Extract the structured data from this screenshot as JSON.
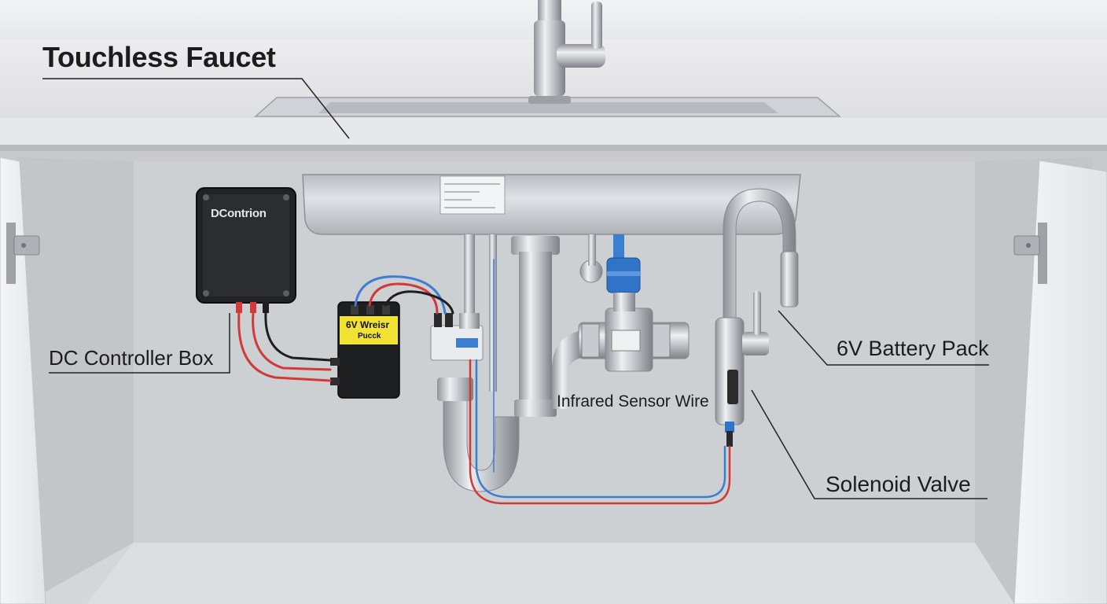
{
  "diagram": {
    "labels": {
      "touchless_faucet": "Touchless Faucet",
      "dc_controller_box": "DC Controller Box",
      "battery_pack": "6V Battery Pack",
      "infrared_sensor_wire": "Infrared Sensor Wire",
      "solenoid_valve": "Solenoid Valve"
    },
    "parts": {
      "controller_brand": "DContrion",
      "battery_label_line1": "6V Wreisr",
      "battery_label_line2": "Pucck"
    },
    "wire_colors": {
      "positive": "#d23a3a",
      "negative": "#1e1e1e",
      "signal": "#3d7ed1"
    },
    "accent_colors": {
      "battery_yellow": "#f2e234",
      "valve_blue": "#2f74c9"
    }
  }
}
